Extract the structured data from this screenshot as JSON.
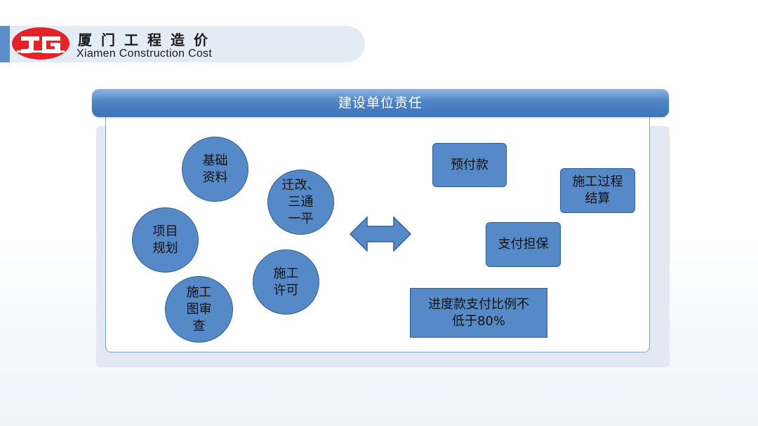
{
  "header": {
    "brand_cn": "厦门工程造价",
    "brand_en": "Xiamen Construction Cost",
    "logo_colors": {
      "red": "#e42228",
      "white": "#ffffff"
    }
  },
  "panel": {
    "title": "建设单位责任"
  },
  "left_items": [
    {
      "label": "基础\n资料"
    },
    {
      "label": "迁改、\n三通\n一平"
    },
    {
      "label": "项目\n规划"
    },
    {
      "label": "施工\n许可"
    },
    {
      "label": "施工\n图审\n查"
    }
  ],
  "right_items": [
    {
      "label": "预付款"
    },
    {
      "label": "施工过程\n结算"
    },
    {
      "label": "支付担保"
    },
    {
      "label": "进度款支付比例不\n低于80%"
    }
  ],
  "connector": {
    "icon": "double-arrow-icon",
    "color": "#5589c8"
  },
  "colors": {
    "accent": "#4f84c6",
    "shape_fill": "#5589c8",
    "shape_border": "#2f5f98"
  }
}
